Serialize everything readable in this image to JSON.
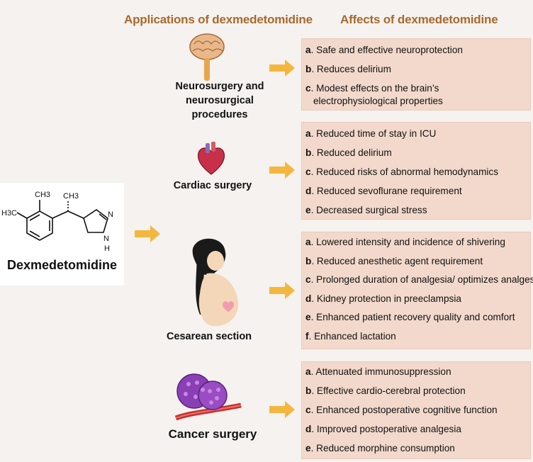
{
  "headers": {
    "applications": "Applications of dexmedetomidine",
    "affects": "Affects of dexmedetomidine"
  },
  "molecule": {
    "label": "Dexmedetomidine",
    "atoms": {
      "ch3_top": "CH3",
      "ch3_chain": "CH3",
      "h3c_left": "H3C",
      "n": "N",
      "nh": "N",
      "h": "H"
    }
  },
  "applications": [
    {
      "label_line1": "Neurosurgery and",
      "label_line2": "neurosurgical procedures",
      "icon": "brain-icon",
      "effects": [
        {
          "letter": "a",
          "text": "Safe and effective neuroprotection"
        },
        {
          "letter": "b",
          "text": "Reduces delirium"
        },
        {
          "letter": "c",
          "text": "Modest effects on the brain’s"
        },
        {
          "letter": "",
          "text": "electrophysiological properties"
        }
      ]
    },
    {
      "label_line1": "Cardiac surgery",
      "icon": "heart-icon",
      "effects": [
        {
          "letter": "a",
          "text": "Reduced time of stay in ICU"
        },
        {
          "letter": "b",
          "text": "Reduced delirium"
        },
        {
          "letter": "c",
          "text": "Reduced risks of abnormal hemodynamics"
        },
        {
          "letter": "d",
          "text": "Reduced sevoflurane requirement"
        },
        {
          "letter": "e",
          "text": "Decreased surgical stress"
        }
      ]
    },
    {
      "label_line1": "Cesarean section",
      "icon": "pregnant-woman-icon",
      "effects": [
        {
          "letter": "a",
          "text": "Lowered intensity and incidence of shivering"
        },
        {
          "letter": "b",
          "text": "Reduced anesthetic agent requirement"
        },
        {
          "letter": "c",
          "text": "Prolonged duration of analgesia/ optimizes analgesia"
        },
        {
          "letter": "d",
          "text": "Kidney protection in preeclampsia"
        },
        {
          "letter": "e",
          "text": "Enhanced patient recovery quality and comfort"
        },
        {
          "letter": "f",
          "text": "Enhanced lactation"
        }
      ]
    },
    {
      "label_line1": "Cancer surgery",
      "icon": "cancer-cells-icon",
      "effects": [
        {
          "letter": "a",
          "text": "Attenuated immunosuppression"
        },
        {
          "letter": "b",
          "text": "Effective cardio-cerebral protection"
        },
        {
          "letter": "c",
          "text": "Enhanced postoperative cognitive function"
        },
        {
          "letter": "d",
          "text": "Improved postoperative analgesia"
        },
        {
          "letter": "e",
          "text": "Reduced morphine consumption"
        }
      ]
    }
  ],
  "colors": {
    "header": "#a9692b",
    "box_fill": "#f2d9cb",
    "arrow": "#f4b73e",
    "background": "#f5f2ef"
  }
}
